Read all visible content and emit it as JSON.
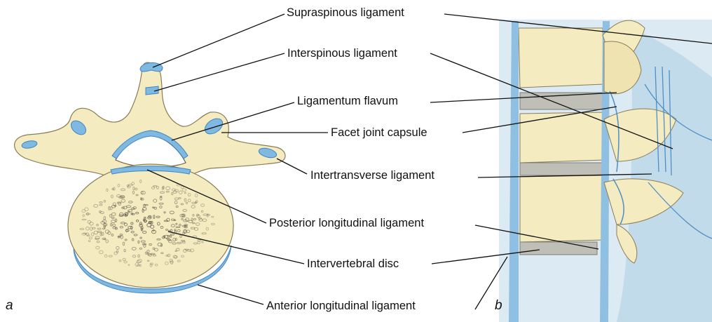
{
  "panels": {
    "a": {
      "letter": "a"
    },
    "b": {
      "letter": "b"
    }
  },
  "labels": {
    "supraspinous": "Supraspinous ligament",
    "interspinous": "Interspinous ligament",
    "flavum": "Ligamentum flavum",
    "facet": "Facet joint capsule",
    "intertransverse": "Intertransverse ligament",
    "posterior_longitudinal": "Posterior longitudinal ligament",
    "disc": "Intervertebral disc",
    "anterior_longitudinal": "Anterior longitudinal ligament"
  },
  "colors": {
    "bone": "#f4ebc0",
    "bone_shadow": "#c9b98a",
    "ligament": "#7fb8e0",
    "ligament_dark": "#3f86c4",
    "cancellous_dot": "#5a5448",
    "disc_grey": "#bfbfb7",
    "tissue_blue": "#cfe3ef",
    "leader": "#111111"
  }
}
